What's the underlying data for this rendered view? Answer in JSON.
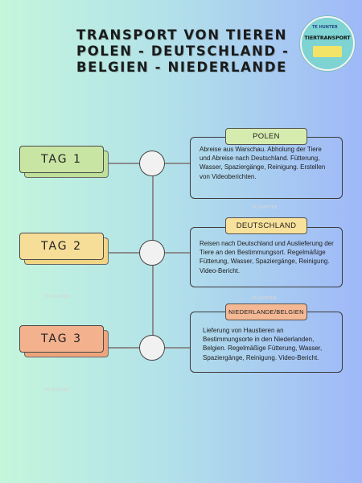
{
  "title": {
    "line1": "TRANSPORT VON TIEREN",
    "line2": "POLEN - DEUTSCHLAND -",
    "line3": "BELGIEN - NIEDERLANDE"
  },
  "badge": {
    "logo_text": "TE HUNTER",
    "name": "TIERTRANSPORT"
  },
  "days": [
    {
      "label": "TAG 1",
      "color": "#c9e5a3",
      "shadow": "#bfe09a"
    },
    {
      "label": "TAG 2",
      "color": "#f6de98",
      "shadow": "#f2d485"
    },
    {
      "label": "TAG 3",
      "color": "#f3b18d",
      "shadow": "#eda47c"
    }
  ],
  "stops": [
    {
      "tag": "POLEN",
      "tag_color": "#d6ecaf",
      "text": "Abreise aus Warschau. Abholung der Tiere und Abreise nach Deutschland. Fütterung, Wasser, Spaziergänge, Reinigung. Erstellen von Videoberichten."
    },
    {
      "tag": "DEUTSCHLAND",
      "tag_color": "#f8e19a",
      "text": "Reisen nach Deutschland und Auslieferung der Tiere an den Bestimmungsort. Regelmäßige Fütterung, Wasser, Spaziergänge, Reinigung. Video-Bericht."
    },
    {
      "tag": "NIEDERLANDE/BELGIEN",
      "tag_color": "#f4b895",
      "text": "Lieferung von Haustieren an Bestimmungsorte in den Niederlanden, Belgien. Regelmäßige Fütterung, Wasser, Spaziergänge, Reinigung. Video-Bericht."
    }
  ],
  "watermark": "TE HUNTER"
}
